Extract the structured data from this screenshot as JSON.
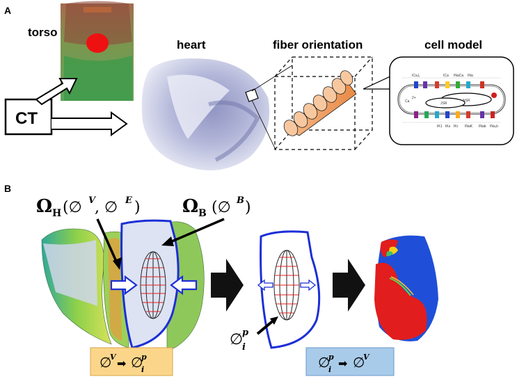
{
  "panel_a": {
    "label": "A",
    "torso": "torso",
    "ct": "CT",
    "heart": "heart",
    "fiber": "fiber orientation",
    "cell": "cell model",
    "cell_labels": {
      "jsr": "JSR",
      "nsr": "NSR",
      "ca": "Ca",
      "ca_sup": "2+",
      "top_ions": [
        "ICa,L",
        "ICa",
        "INaCa",
        "INa"
      ],
      "bottom_ions": [
        "IK1",
        "IKs",
        "IKr",
        "INaK",
        "INab",
        "INa,b"
      ]
    }
  },
  "panel_b": {
    "label": "B",
    "omega_h": "Ω",
    "omega_h_sub": "H",
    "omega_h_args": "(∅",
    "omega_h_v": "V",
    "omega_h_mid": ", ∅",
    "omega_h_e": "E",
    "omega_h_close": ")",
    "omega_b": "Ω",
    "omega_b_sub": "B",
    "omega_b_args": "(∅",
    "omega_b_b": "B",
    "omega_b_close": ")",
    "phi_ip_base": "∅",
    "phi_ip_sup": "p",
    "phi_ip_sub": "i",
    "box1": {
      "phi": "∅",
      "v": "V",
      "arrow": "➡",
      "phi2": "∅",
      "p": "p",
      "i": "i",
      "color": "#fbd68a"
    },
    "box2": {
      "phi": "∅",
      "p": "p",
      "i": "i",
      "arrow": "➡",
      "phi2": "∅",
      "v": "V",
      "color": "#a9cbea"
    }
  }
}
